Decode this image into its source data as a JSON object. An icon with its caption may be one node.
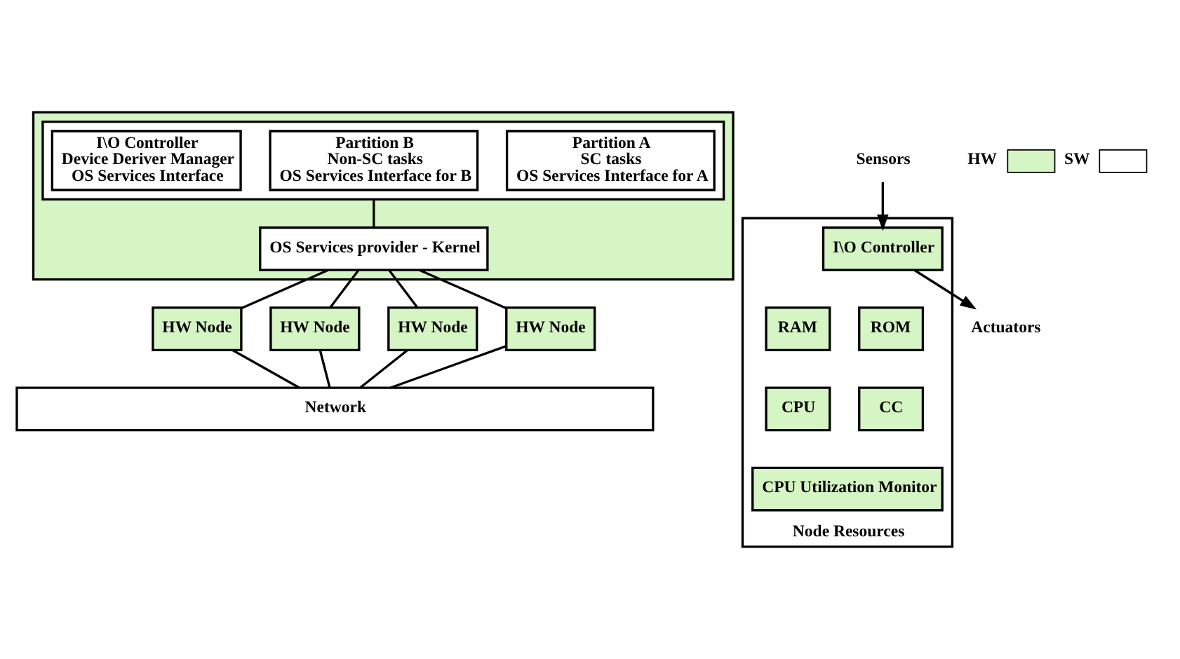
{
  "diagram": {
    "nodes": [
      {
        "text": [],
        "shape": "box"
      },
      {
        "text": [],
        "shape": "box",
        "in": 0
      },
      {
        "text": [
          "Partition A",
          "SC tasks",
          "OS Services Interface for A"
        ],
        "in": 1
      },
      {
        "text": [
          "Partition B",
          "Non-SC tasks",
          "OS Services Interface for B"
        ],
        "in": 1
      },
      {
        "text": [
          "I\\O Controller",
          "Device Deriver Manager",
          "OS Services Interface"
        ],
        "in": 1
      },
      {
        "text": [
          "OS Services provider - Kernel"
        ],
        "in": 0
      },
      {
        "text": [
          "HW Node"
        ]
      },
      {
        "text": [
          "HW Node"
        ]
      },
      {
        "text": [
          "HW Node"
        ]
      },
      {
        "text": [
          "HW Node"
        ]
      },
      {
        "text": [
          "Network"
        ]
      },
      {
        "text": [
          "Sensors"
        ]
      },
      {
        "text": [
          "Actuators"
        ]
      },
      {
        "text": [
          "Node Resources"
        ]
      },
      {
        "text": [
          "I\\O Controller"
        ],
        "in": 13
      },
      {
        "text": [
          "RAM"
        ],
        "in": 13
      },
      {
        "text": [
          "ROM"
        ],
        "in": 13
      },
      {
        "text": [
          "CPU"
        ],
        "in": 13
      },
      {
        "text": [
          "CC"
        ],
        "in": 13
      },
      {
        "text": [
          "CPU Utilization Monitor"
        ],
        "in": 13
      }
    ],
    "edges": [
      {
        "from": 1,
        "to": 5,
        "arrow": "none"
      },
      {
        "from": 5,
        "to": 6,
        "arrow": "none"
      },
      {
        "from": 5,
        "to": 7,
        "arrow": "none"
      },
      {
        "from": 5,
        "to": 8,
        "arrow": "none"
      },
      {
        "from": 5,
        "to": 9,
        "arrow": "none"
      },
      {
        "from": 6,
        "to": 10,
        "arrow": "none"
      },
      {
        "from": 7,
        "to": 10,
        "arrow": "none"
      },
      {
        "from": 8,
        "to": 10,
        "arrow": "none"
      },
      {
        "from": 9,
        "to": 10,
        "arrow": "none"
      },
      {
        "from": 11,
        "to": 14,
        "arrow": "to"
      },
      {
        "from": 14,
        "to": 12,
        "arrow": "to"
      }
    ],
    "legend": [
      {
        "text": "HW",
        "color": "#d6f5c4"
      },
      {
        "text": "SW",
        "color": "#ffffff"
      }
    ]
  }
}
